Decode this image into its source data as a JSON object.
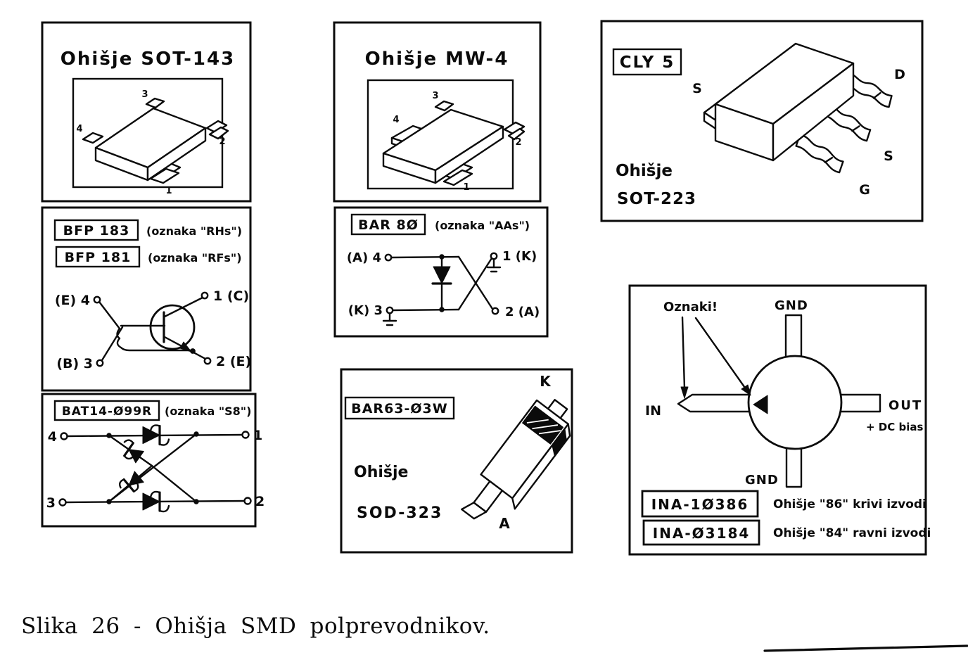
{
  "caption": "Slika 26 - Ohišja SMD polprevodnikov.",
  "boxes": {
    "sot143": {
      "title": "Ohišje SOT-143",
      "pin1": "1",
      "pin2": "2",
      "pin3": "3",
      "pin4": "4"
    },
    "mw4": {
      "title": "Ohišje MW-4",
      "pin1": "1",
      "pin2": "2",
      "pin3": "3",
      "pin4": "4"
    },
    "bfp": {
      "part1": "BFP 183",
      "oznaka1": "(oznaka \"RHs\")",
      "part2": "BFP 181",
      "oznaka2": "(oznaka \"RFs\")",
      "pin_e4": "(E) 4",
      "pin_b3": "(B) 3",
      "pin_1c": "1 (C)",
      "pin_2e": "2 (E)"
    },
    "bat14": {
      "part": "BAT14-Ø99R",
      "oznaka": "(oznaka \"S8\")",
      "pin4": "4",
      "pin3": "3",
      "pin1": "1",
      "pin2": "2"
    },
    "bar80": {
      "part": "BAR 8Ø",
      "oznaka": "(oznaka \"AAs\")",
      "pin_a4": "(A) 4",
      "pin_k3": "(K) 3",
      "pin_1k": "1 (K)",
      "pin_2a": "2 (A)"
    },
    "bar63": {
      "part": "BAR63-Ø3W",
      "ohisje": "Ohišje",
      "package": "SOD-323",
      "pin_k": "K",
      "pin_a": "A"
    },
    "cly5": {
      "part": "CLY 5",
      "ohisje": "Ohišje",
      "package": "SOT-223",
      "pin_s_tab": "S",
      "pin_d": "D",
      "pin_s": "S",
      "pin_g": "G"
    },
    "ina": {
      "oznaki": "Oznaki!",
      "gnd_top": "GND",
      "gnd_bottom": "GND",
      "pin_in": "IN",
      "pin_out": "OUT",
      "dc_bias": "+ DC bias",
      "part1": "INA-1Ø386",
      "desc1": "Ohišje \"86\" krivi izvodi",
      "part2": "INA-Ø3184",
      "desc2": "Ohišje \"84\" ravni izvodi"
    }
  }
}
